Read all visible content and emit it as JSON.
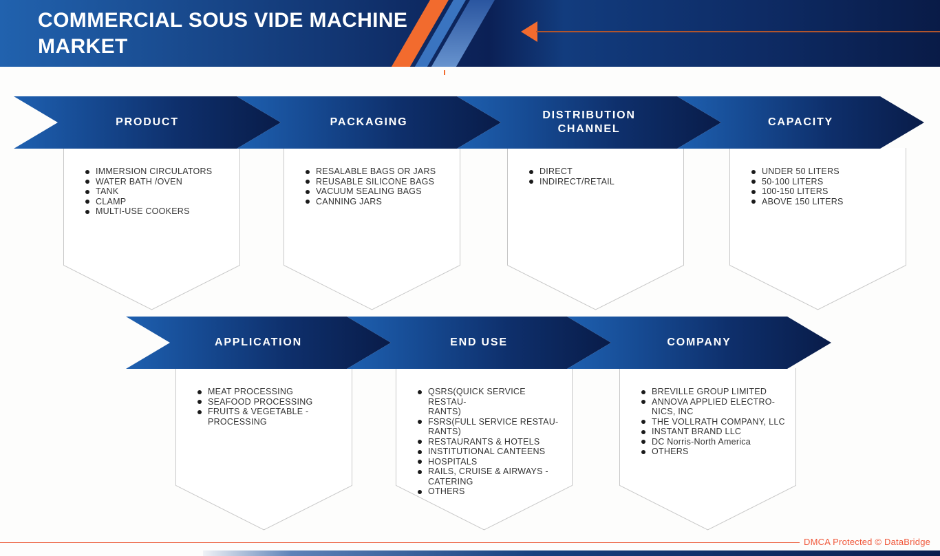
{
  "header": {
    "title": "COMMERCIAL SOUS VIDE MACHINE\nMARKET"
  },
  "colors": {
    "accent_orange": "#F26B2E",
    "ribbon_blue": "#1E60B0",
    "ribbon_navy": "#091C49",
    "footer_text": "#F0573A"
  },
  "segments": [
    {
      "label": "PRODUCT",
      "items": [
        "IMMERSION CIRCULATORS",
        "WATER BATH /OVEN",
        "TANK",
        "CLAMP",
        "MULTI-USE COOKERS"
      ]
    },
    {
      "label": "PACKAGING",
      "items": [
        "RESALABLE BAGS OR JARS",
        "REUSABLE SILICONE BAGS",
        "VACUUM SEALING BAGS",
        "CANNING JARS"
      ]
    },
    {
      "label": "DISTRIBUTION\nCHANNEL",
      "items": [
        "DIRECT",
        "INDIRECT/RETAIL"
      ]
    },
    {
      "label": "CAPACITY",
      "items": [
        "UNDER 50 LITERS",
        "50-100 LITERS",
        "100-150 LITERS",
        "ABOVE 150 LITERS"
      ]
    },
    {
      "label": "APPLICATION",
      "items": [
        "MEAT PROCESSING",
        "SEAFOOD PROCESSING",
        "FRUITS & VEGETABLE -\nPROCESSING"
      ]
    },
    {
      "label": "END USE",
      "items": [
        "QSRS(QUICK SERVICE RESTAU-\nRANTS)",
        "FSRS(FULL SERVICE RESTAU-\nRANTS)",
        "RESTAURANTS & HOTELS",
        "INSTITUTIONAL CANTEENS",
        "HOSPITALS",
        "RAILS, CRUISE & AIRWAYS -\nCATERING",
        "OTHERS"
      ]
    },
    {
      "label": "COMPANY",
      "items": [
        "BREVILLE GROUP LIMITED",
        "ANNOVA APPLIED ELECTRO-\nNICS, INC",
        "THE VOLLRATH COMPANY, LLC",
        "INSTANT BRAND LLC",
        "DC Norris-North America",
        "OTHERS"
      ]
    }
  ],
  "footer": {
    "dmca": "DMCA Protected © DataBridge"
  }
}
